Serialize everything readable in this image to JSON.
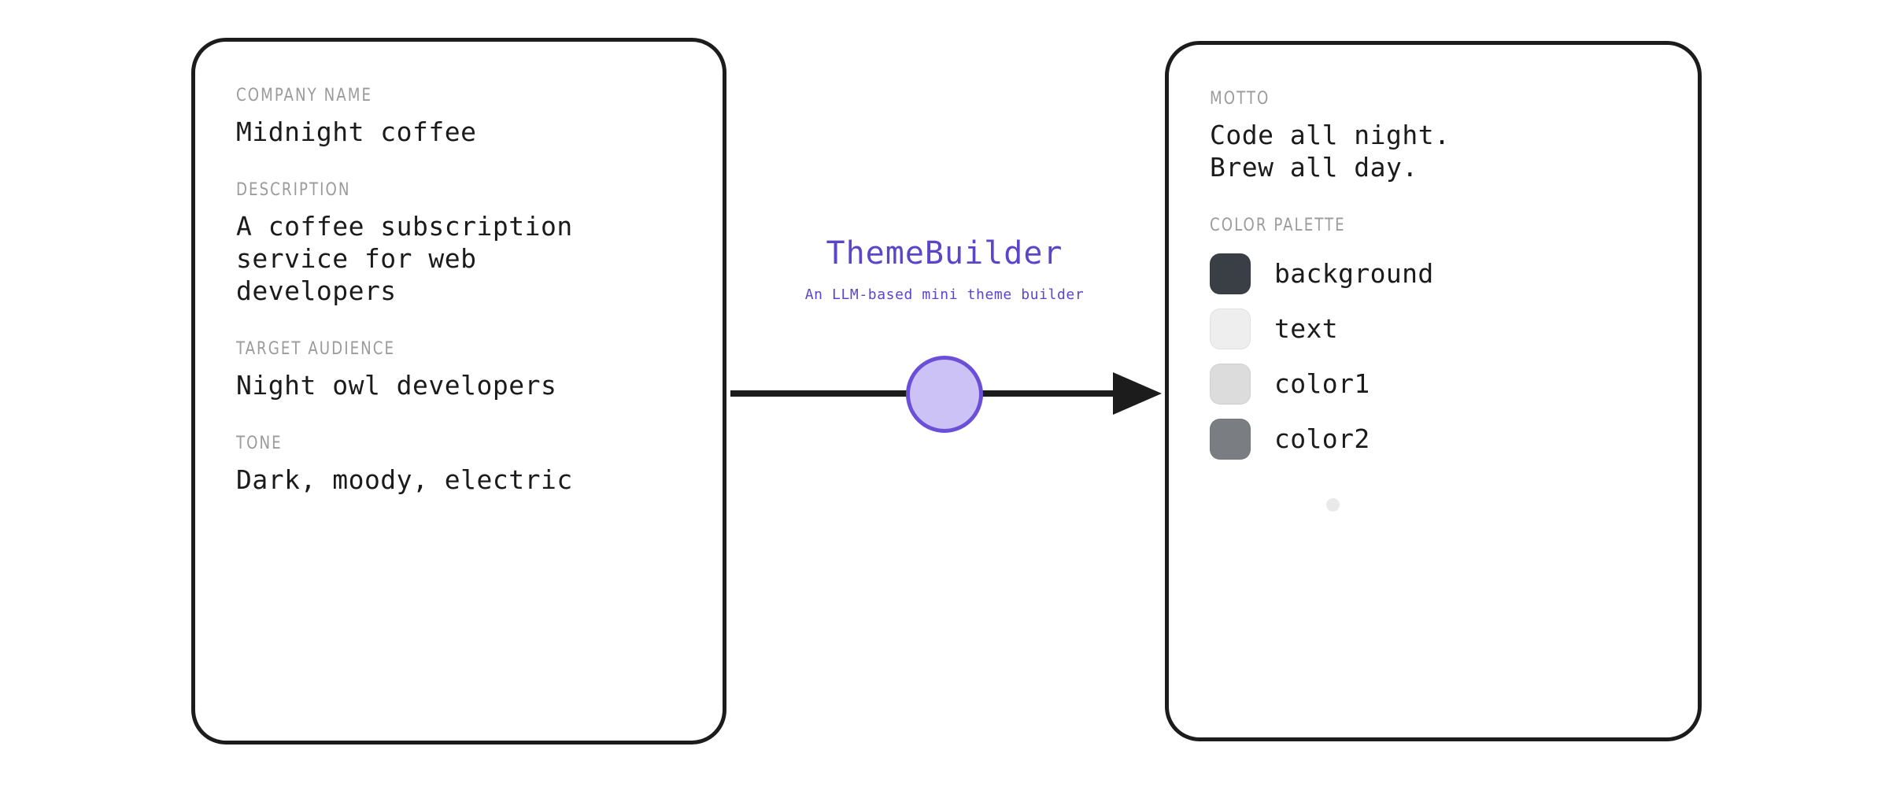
{
  "brand": {
    "title": "ThemeBuilder",
    "subtitle": "An LLM-based mini theme builder",
    "accent_color": "#5c45c9",
    "node_fill": "#cdc2f5",
    "node_stroke": "#6c4fd8"
  },
  "input_card": {
    "fields": [
      {
        "label": "COMPANY NAME",
        "value": "Midnight coffee"
      },
      {
        "label": "DESCRIPTION",
        "value": "A coffee subscription\nservice for web\ndevelopers"
      },
      {
        "label": "TARGET AUDIENCE",
        "value": "Night owl developers"
      },
      {
        "label": "TONE",
        "value": "Dark, moody, electric"
      }
    ]
  },
  "output_card": {
    "motto_label": "MOTTO",
    "motto_value": "Code all night.\nBrew all day.",
    "palette_label": "COLOR PALETTE",
    "palette": [
      {
        "name": "background",
        "color": "#3a3f45"
      },
      {
        "name": "text",
        "color": "#eeeeee"
      },
      {
        "name": "color1",
        "color": "#dcdcdc"
      },
      {
        "name": "color2",
        "color": "#7a7e82"
      }
    ]
  }
}
